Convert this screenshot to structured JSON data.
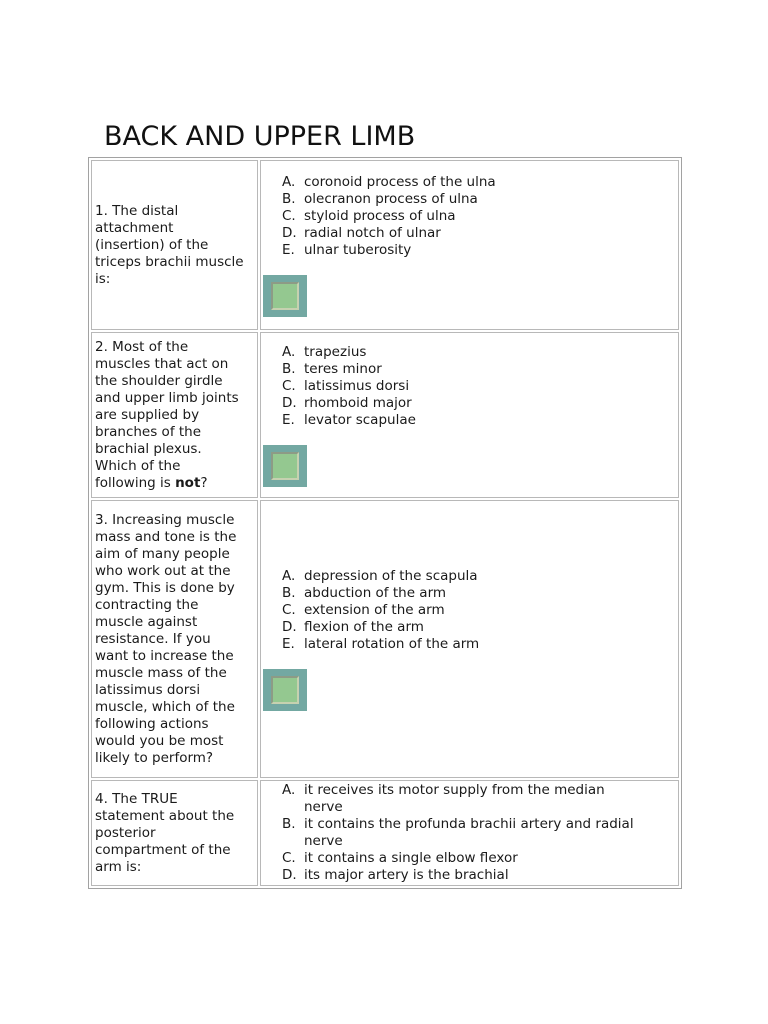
{
  "page": {
    "title": "BACK AND UPPER LIMB"
  },
  "colors": {
    "button_frame_teal": "#73a8a2",
    "button_face_green": "#94c890",
    "table_border": "#b8b8b8"
  },
  "quiz": {
    "questions": [
      {
        "text": "1. The distal attachment (insertion) of the triceps brachii muscle is:",
        "options": [
          {
            "label": "A.",
            "text": "coronoid process of the ulna"
          },
          {
            "label": "B.",
            "text": "olecranon process of ulna"
          },
          {
            "label": "C.",
            "text": "styloid process of ulna"
          },
          {
            "label": "D.",
            "text": "radial notch of ulnar"
          },
          {
            "label": "E.",
            "text": "ulnar tuberosity"
          }
        ]
      },
      {
        "text_before_bold": "2. Most of the muscles that act on the shoulder girdle and upper limb joints are supplied by branches of the brachial plexus. Which of the following is ",
        "bold_word": "not",
        "text_after_bold": "?",
        "options": [
          {
            "label": "A.",
            "text": "trapezius"
          },
          {
            "label": "B.",
            "text": "teres minor"
          },
          {
            "label": "C.",
            "text": "latissimus dorsi"
          },
          {
            "label": "D.",
            "text": "rhomboid major"
          },
          {
            "label": "E.",
            "text": "levator scapulae"
          }
        ]
      },
      {
        "text": "3. Increasing muscle mass and tone is the aim of many people who work out at the gym. This is done by contracting the muscle against resistance. If you want to increase the muscle mass of the latissimus dorsi muscle, which of the following actions would you be most likely to perform?",
        "options": [
          {
            "label": "A.",
            "text": "depression of the scapula"
          },
          {
            "label": "B.",
            "text": "abduction of the arm"
          },
          {
            "label": "C.",
            "text": "extension of the arm"
          },
          {
            "label": "D.",
            "text": "flexion of the arm"
          },
          {
            "label": "E.",
            "text": "lateral rotation of the arm"
          }
        ]
      },
      {
        "text": "4. The TRUE statement about the posterior compartment of the arm is:",
        "options": [
          {
            "label": "A.",
            "text": "it receives its motor supply from the median\nnerve"
          },
          {
            "label": "B.",
            "text": "it contains the profunda brachii artery and radial\nnerve"
          },
          {
            "label": "C.",
            "text": "it contains a single elbow flexor"
          },
          {
            "label": "D.",
            "text": "its major artery is the brachial"
          }
        ]
      }
    ]
  }
}
